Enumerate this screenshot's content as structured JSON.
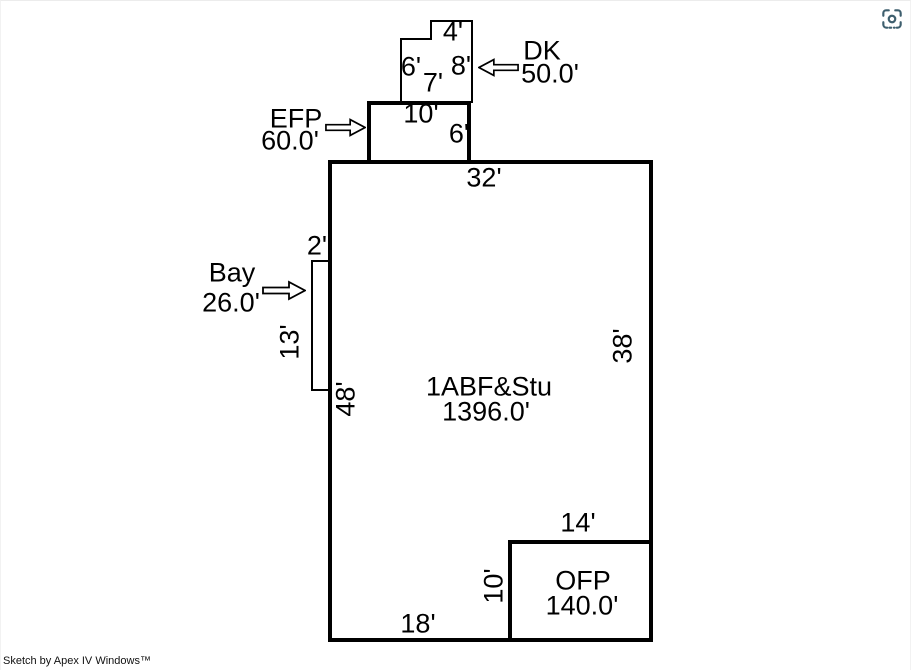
{
  "watermark": "Sketch by Apex IV Windows™",
  "colors": {
    "line": "#000000",
    "background": "#ffffff",
    "lens_icon": "#3e5f6e"
  },
  "icons": {
    "top_right": "screenshot-lens-icon",
    "dk_pointer": "arrow-left-icon",
    "efp_pointer": "arrow-right-icon",
    "bay_pointer": "arrow-right-icon"
  },
  "sketch": {
    "dk": {
      "name": "DK",
      "area": "50.0'",
      "dim_top": "4'",
      "dim_left": "6'",
      "dim_mid": "7'",
      "dim_right": "8'"
    },
    "efp": {
      "name": "EFP",
      "area": "60.0'",
      "dim_top": "10'",
      "dim_right": "6'"
    },
    "bay": {
      "name": "Bay",
      "area": "26.0'",
      "dim_top": "2'",
      "dim_side": "13'"
    },
    "main": {
      "name": "1ABF&Stu",
      "area": "1396.0'",
      "dim_top": "32'",
      "dim_right": "38'",
      "dim_left": "48'",
      "dim_bottom": "18'"
    },
    "ofp": {
      "name": "OFP",
      "area": "140.0'",
      "dim_top": "14'",
      "dim_left": "10'"
    }
  }
}
